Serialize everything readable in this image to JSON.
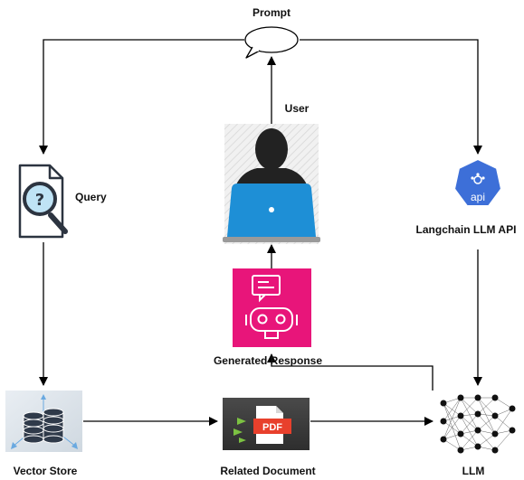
{
  "nodes": {
    "prompt": {
      "label": "Prompt",
      "icon": "speech-bubble-icon"
    },
    "user": {
      "label": "User",
      "icon": "user-laptop-icon"
    },
    "query": {
      "label": "Query",
      "icon": "document-search-icon"
    },
    "langchain": {
      "label": "Langchain LLM API",
      "icon": "api-hexagon-icon",
      "icon_text": "api"
    },
    "generated": {
      "label": "Generated Response",
      "icon": "chatbot-icon"
    },
    "vector_store": {
      "label": "Vector Store",
      "icon": "database-icon"
    },
    "related_doc": {
      "label": "Related Document",
      "icon": "pdf-document-icon",
      "icon_text": "PDF"
    },
    "llm": {
      "label": "LLM",
      "icon": "neural-network-icon"
    }
  },
  "edges": [
    {
      "from": "user",
      "to": "prompt"
    },
    {
      "from": "prompt",
      "to": "query"
    },
    {
      "from": "prompt",
      "to": "langchain"
    },
    {
      "from": "query",
      "to": "vector_store"
    },
    {
      "from": "langchain",
      "to": "llm"
    },
    {
      "from": "vector_store",
      "to": "related_doc"
    },
    {
      "from": "related_doc",
      "to": "llm"
    },
    {
      "from": "llm",
      "to": "generated"
    },
    {
      "from": "generated",
      "to": "user"
    }
  ],
  "colors": {
    "api_blue": "#3d6fd8",
    "chatbot_pink": "#e8157a",
    "laptop_blue": "#1e8fd6",
    "pdf_red": "#e8402c"
  }
}
